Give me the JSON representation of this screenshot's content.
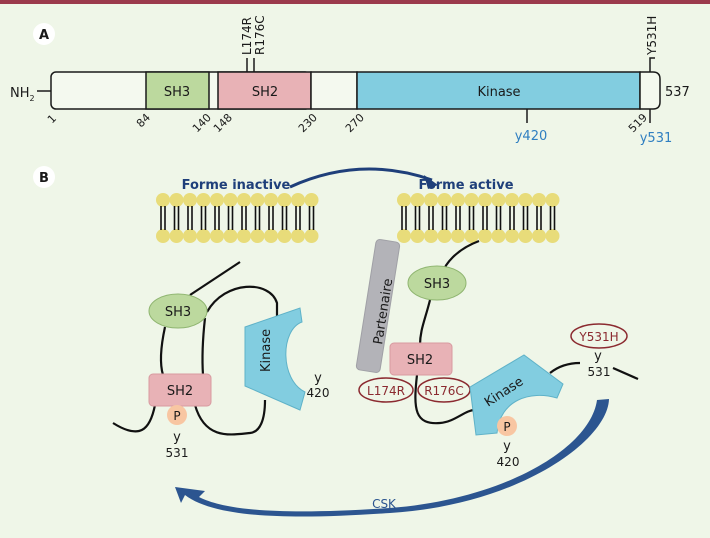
{
  "panel_a": {
    "label": "A",
    "n_terminus": "NH",
    "n_terminus_sub": "2",
    "c_terminus": "537",
    "domains": [
      {
        "name": "SH3",
        "start": 84,
        "end": 140,
        "color": "#bcd99e"
      },
      {
        "name": "SH2",
        "start": 148,
        "end": 230,
        "color": "#e8b2b6"
      },
      {
        "name": "Kinase",
        "start": 270,
        "end": 519,
        "color": "#82cde0"
      }
    ],
    "ticks": [
      "1",
      "84",
      "140",
      "148",
      "230",
      "270",
      "519"
    ],
    "mutations_top": [
      "L174R",
      "R176C",
      "Y531H"
    ],
    "residues_bottom": [
      "y420",
      "y531"
    ],
    "residue_color": "#2f7fc1"
  },
  "panel_b": {
    "label": "B",
    "inactive_title": "Forme inactive",
    "active_title": "Forme active",
    "title_color": "#1f3f7a",
    "inactive": {
      "sh3": "SH3",
      "sh2": "SH2",
      "kinase": "Kinase",
      "phospho": "P",
      "y420": [
        "y",
        "420"
      ],
      "y531": [
        "y",
        "531"
      ]
    },
    "active": {
      "partner": "Partenaire",
      "sh3": "SH3",
      "sh2": "SH2",
      "kinase": "Kinase",
      "phospho": "P",
      "mut1": "L174R",
      "mut2": "R176C",
      "mut3": "Y531H",
      "y420": [
        "y",
        "420"
      ],
      "y531": [
        "y",
        "531"
      ]
    },
    "enzyme": "CSK"
  },
  "colors": {
    "background": "#eff6e8",
    "membrane_head": "#e8dc7a",
    "mutation_outline": "#8b2a30",
    "arrow": "#2c5590"
  }
}
